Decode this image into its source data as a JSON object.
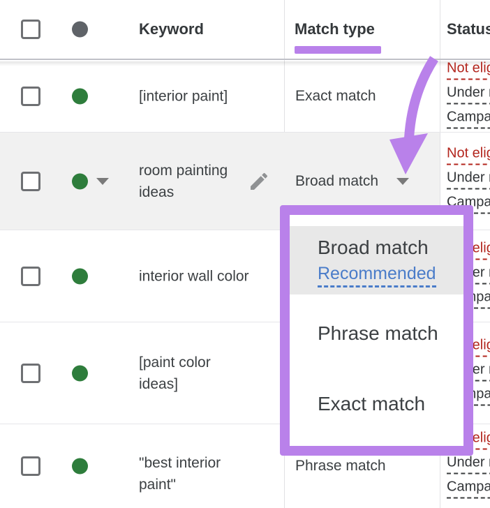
{
  "colors": {
    "accent_purple": "#b981ea",
    "status_green": "#2e7d3c",
    "header_dot_gray": "#5f6368",
    "error_red": "#b3261e",
    "link_blue": "#4a7cc9",
    "selected_item_gray": "#e8e8e8"
  },
  "header": {
    "columns": {
      "keyword": "Keyword",
      "match_type": "Match type",
      "status": "Status"
    },
    "highlighted_column": "Match type"
  },
  "rows": [
    {
      "keyword": "[interior paint]",
      "match_type": "Exact match",
      "status_dot": "green",
      "status": [
        "Not eligible",
        "Under review",
        "Campaign paused"
      ]
    },
    {
      "keyword": "room painting ideas",
      "match_type": "Broad match",
      "status_dot": "green",
      "editable": true,
      "has_dot_caret": true,
      "has_match_caret": true,
      "highlighted": true,
      "status": [
        "Not eligible",
        "Under review",
        "Campaign paused"
      ]
    },
    {
      "keyword": "interior wall color",
      "match_type": "",
      "status_dot": "green",
      "status": [
        "Not eligible",
        "Under review",
        "Campaign paused"
      ]
    },
    {
      "keyword": "[paint color ideas]",
      "match_type": "",
      "status_dot": "green",
      "status": [
        "Not eligible",
        "Under review",
        "Campaign paused"
      ]
    },
    {
      "keyword": "\"best interior paint\"",
      "match_type": "Phrase match",
      "status_dot": "green",
      "status": [
        "Not eligible",
        "Under review",
        "Campaign paused"
      ]
    }
  ],
  "dropdown": {
    "items": [
      {
        "label": "Broad match",
        "note": "Recommended",
        "selected": true
      },
      {
        "label": "Phrase match"
      },
      {
        "label": "Exact match"
      }
    ]
  }
}
